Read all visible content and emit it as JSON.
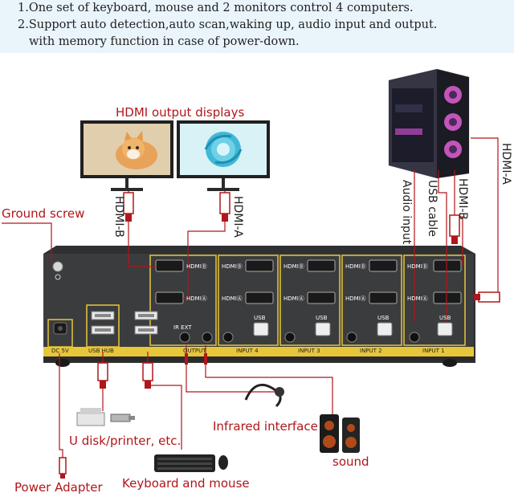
{
  "notes": [
    "1.One set of keyboard, mouse and 2 monitors control 4 computers.",
    "2.Support auto detection,auto scan,waking up, audio input and output.",
    "with memory function in case of power-down."
  ],
  "labels": {
    "hdmi_output_displays": "HDMI output displays",
    "ground_screw": "Ground screw",
    "hdmi_b_left": "HDMI-B",
    "hdmi_a_left": "HDMI-A",
    "audio_input": "Audio input",
    "usb_cable": "USB cable",
    "hdmi_b_right": "HDMI-B",
    "hdmi_a_right": "HDMI-A",
    "infrared_interface": "Infrared interface",
    "u_disk_printer": "U disk/printer, etc.",
    "sound": "sound",
    "power_adapter": "Power Adapter",
    "keyboard_and_mouse": "Keyboard and mouse"
  },
  "panel": {
    "port_hdmi_b": "HDMIⒷ",
    "port_hdmi_a": "HDMIⒶ",
    "ir_ext": "IR EXT",
    "usb": "USB",
    "dc": "DC 5V",
    "usb_hub": "USB HUB",
    "output": "OUTPUT",
    "input4": "INPUT 4",
    "input3": "INPUT 3",
    "input2": "INPUT 2",
    "input1": "INPUT 1"
  },
  "colors": {
    "accent_red": "#b0161a",
    "panel_dark": "#3a3b3d",
    "panel_bar": "#e7c63a",
    "band": "#eaf4fb"
  }
}
